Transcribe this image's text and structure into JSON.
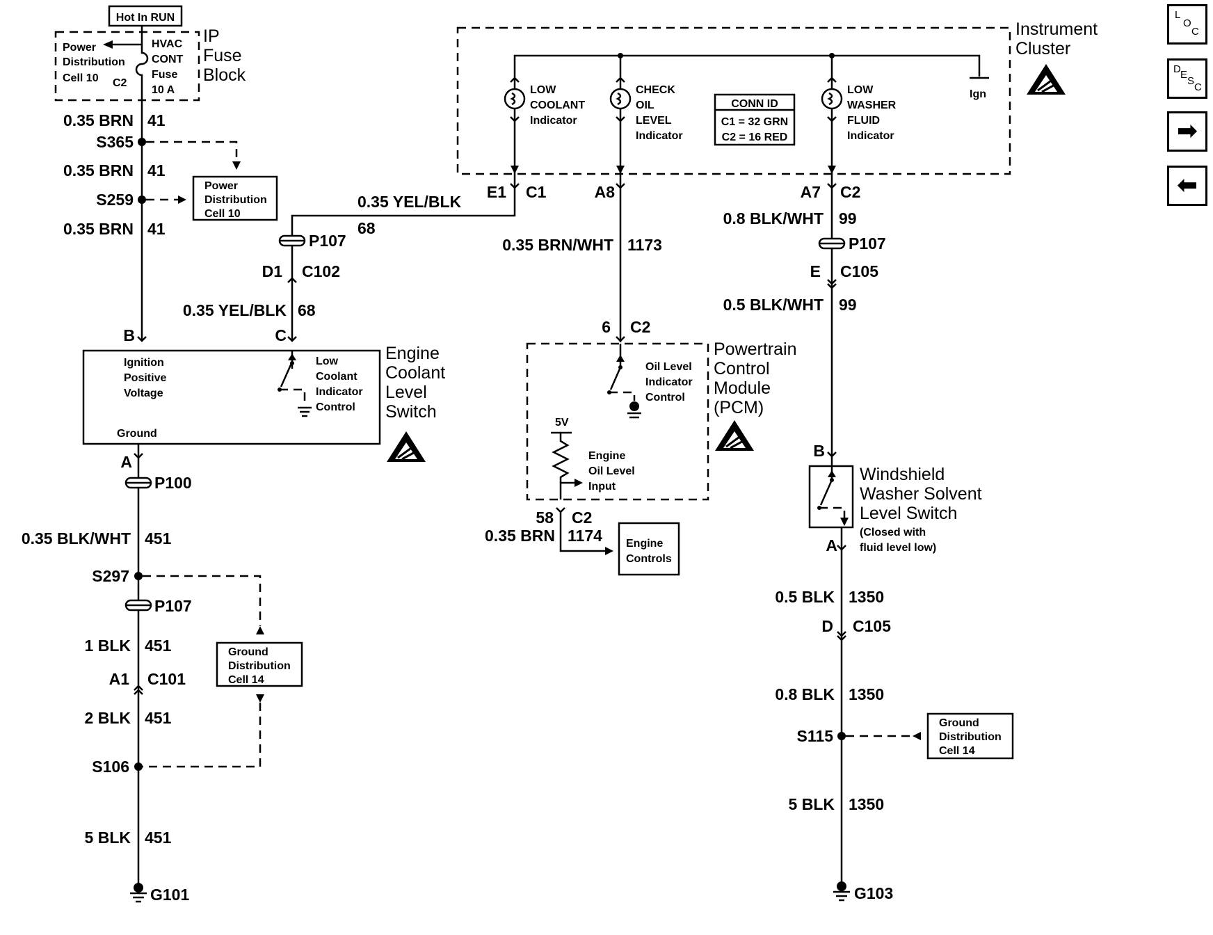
{
  "nav": {
    "loc": {
      "l1": "L",
      "l2": "O",
      "l3": "C"
    },
    "desc": {
      "l1": "D",
      "l2": "E",
      "l3": "S",
      "l4": "C"
    },
    "forward_icon": "right-arrow-icon",
    "back_icon": "left-arrow-icon"
  },
  "fuse_block": {
    "hot_label": "Hot In RUN",
    "pdc_l1": "Power",
    "pdc_l2": "Distribution",
    "pdc_l3": "Cell 10",
    "conn": "C2",
    "fuse_l1": "HVAC",
    "fuse_l2": "CONT",
    "fuse_l3": "Fuse",
    "fuse_l4": "10 A",
    "title_l1": "IP",
    "title_l2": "Fuse",
    "title_l3": "Block"
  },
  "left_circuit": {
    "w1": "0.35 BRN",
    "c1": "41",
    "s365": "S365",
    "w2": "0.35 BRN",
    "c2": "41",
    "s259": "S259",
    "w3": "0.35 BRN",
    "c3": "41",
    "pdc_l1": "Power",
    "pdc_l2": "Distribution",
    "pdc_l3": "Cell 10"
  },
  "ecl_switch": {
    "pin_b": "B",
    "pin_c": "C",
    "pin_a": "A",
    "ipv_l1": "Ignition",
    "ipv_l2": "Positive",
    "ipv_l3": "Voltage",
    "ground": "Ground",
    "lc_l1": "Low",
    "lc_l2": "Coolant",
    "lc_l3": "Indicator",
    "lc_l4": "Control",
    "title_l1": "Engine",
    "title_l2": "Coolant",
    "title_l3": "Level",
    "title_l4": "Switch"
  },
  "coolant_circuit": {
    "w_top": "0.35 YEL/BLK",
    "c_top": "68",
    "p107": "P107",
    "d1": "D1",
    "c102": "C102",
    "w_bot": "0.35 YEL/BLK",
    "c_bot": "68"
  },
  "ground_left": {
    "p100": "P100",
    "w1": "0.35 BLK/WHT",
    "c1": "451",
    "s297": "S297",
    "p107": "P107",
    "w2": "1 BLK",
    "c2": "451",
    "a1": "A1",
    "c101": "C101",
    "w3": "2 BLK",
    "c3": "451",
    "s106": "S106",
    "w4": "5 BLK",
    "c4": "451",
    "g101": "G101",
    "gd_l1": "Ground",
    "gd_l2": "Distribution",
    "gd_l3": "Cell 14"
  },
  "cluster": {
    "title_l1": "Instrument",
    "title_l2": "Cluster",
    "lc_l1": "LOW",
    "lc_l2": "COOLANT",
    "lc_l3": "Indicator",
    "co_l1": "CHECK",
    "co_l2": "OIL",
    "co_l3": "LEVEL",
    "co_l4": "Indicator",
    "conn_title": "CONN ID",
    "conn_c1": "C1 = 32 GRN",
    "conn_c2": "C2 = 16 RED",
    "lw_l1": "LOW",
    "lw_l2": "WASHER",
    "lw_l3": "FLUID",
    "lw_l4": "Indicator",
    "ign": "Ign",
    "e1": "E1",
    "c1": "C1",
    "a8": "A8",
    "a7": "A7",
    "c2": "C2"
  },
  "pcm_circuit": {
    "w1": "0.35 BRN/WHT",
    "c1": "1173",
    "pin6": "6",
    "c2": "C2",
    "oli_l1": "Oil Level",
    "oli_l2": "Indicator",
    "oli_l3": "Control",
    "v5": "5V",
    "eol_l1": "Engine",
    "eol_l2": "Oil Level",
    "eol_l3": "Input",
    "title_l1": "Powertrain",
    "title_l2": "Control",
    "title_l3": "Module",
    "title_l4": "(PCM)",
    "pin58": "58",
    "c2b": "C2",
    "w2": "0.35 BRN",
    "c1174": "1174",
    "ec_l1": "Engine",
    "ec_l2": "Controls"
  },
  "washer_circuit": {
    "w1": "0.8 BLK/WHT",
    "c1": "99",
    "p107": "P107",
    "e": "E",
    "c105": "C105",
    "w2": "0.5 BLK/WHT",
    "c2": "99",
    "pin_b": "B",
    "pin_a": "A",
    "title_l1": "Windshield",
    "title_l2": "Washer Solvent",
    "title_l3": "Level Switch",
    "note_l1": "(Closed with",
    "note_l2": "fluid level low)",
    "w3": "0.5 BLK",
    "c3": "1350",
    "d": "D",
    "c105b": "C105",
    "w4": "0.8 BLK",
    "c4": "1350",
    "s115": "S115",
    "gd_l1": "Ground",
    "gd_l2": "Distribution",
    "gd_l3": "Cell 14",
    "w5": "5 BLK",
    "c5": "1350",
    "g103": "G103"
  }
}
